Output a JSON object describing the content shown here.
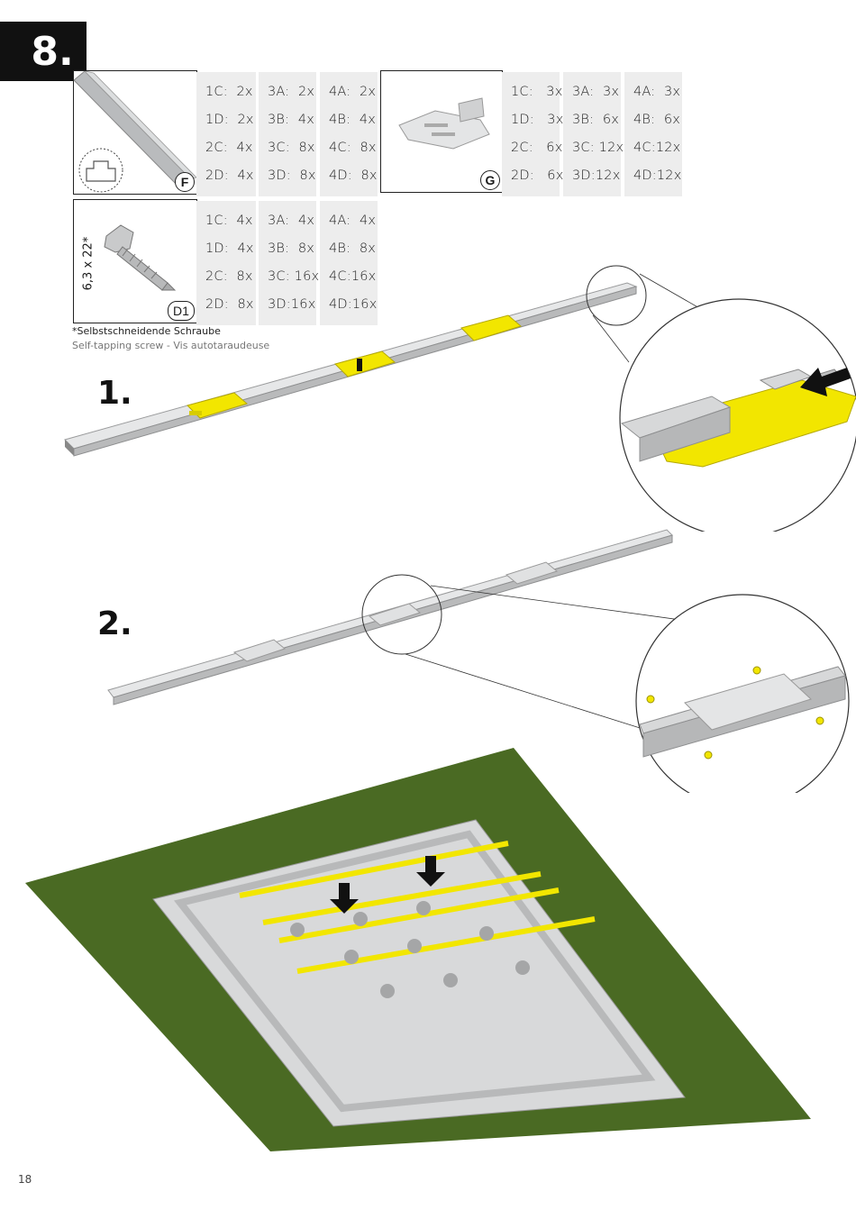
{
  "step": "8.",
  "parts": {
    "F": {
      "letter": "F",
      "columns": [
        [
          "1C:  2x",
          "1D:  2x",
          "2C:  4x",
          "2D:  4x"
        ],
        [
          "3A:  2x",
          "3B:  4x",
          "3C:  8x",
          "3D:  8x"
        ],
        [
          "4A:  2x",
          "4B:  4x",
          "4C:  8x",
          "4D:  8x"
        ]
      ]
    },
    "G": {
      "letter": "G",
      "columns": [
        [
          "1C:   3x",
          "1D:   3x",
          "2C:   6x",
          "2D:   6x"
        ],
        [
          "3A:  3x",
          "3B:  6x",
          "3C: 12x",
          "3D:12x"
        ],
        [
          "4A:  3x",
          "4B:  6x",
          "4C:12x",
          "4D:12x"
        ]
      ]
    },
    "D1": {
      "letter": "D1",
      "size_label": "6,3 x 22*",
      "columns": [
        [
          "1C:  4x",
          "1D:  4x",
          "2C:  8x",
          "2D:  8x"
        ],
        [
          "3A:  4x",
          "3B:  8x",
          "3C: 16x",
          "3D:16x"
        ],
        [
          "4A:  4x",
          "4B:  8x",
          "4C:16x",
          "4D:16x"
        ]
      ]
    }
  },
  "caption_de": "*Selbstschneidende Schraube",
  "caption_en_fr": "Self-tapping screw - Vis autotaraudeuse",
  "substeps": [
    "1.",
    "2."
  ],
  "page_number": "18",
  "colors": {
    "accent_yellow": "#f2e600",
    "rail_grey": "#c9cbcd",
    "grass": "#4a6a23",
    "badge": "#111111"
  }
}
